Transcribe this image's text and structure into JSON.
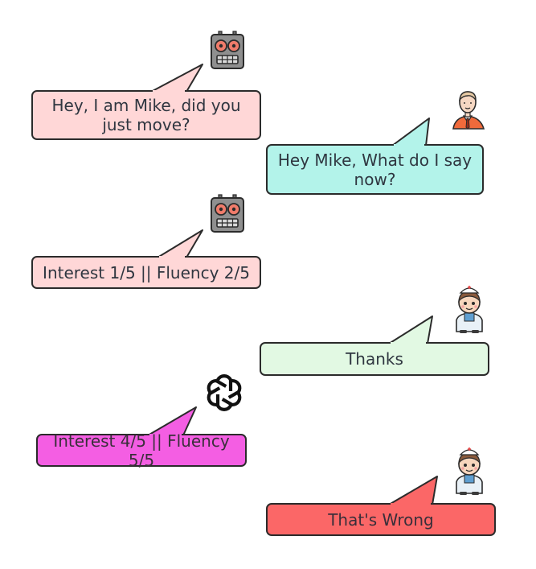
{
  "colors": {
    "outline": "#2b2b2b",
    "bubble_pink": "#ffd7d7",
    "bubble_aqua": "#b3f3ea",
    "bubble_mint": "#e2f9e3",
    "bubble_magenta": "#f45ee3",
    "bubble_red": "#fb6767",
    "text": "#2f3640",
    "robot_body": "#8f8f8f",
    "robot_eye": "#f07c6b"
  },
  "messages": [
    {
      "id": "mike-question",
      "text": "Hey, I am Mike, did you just move?",
      "speaker": "robot-icon"
    },
    {
      "id": "user-asks",
      "text": "Hey Mike, What do I say now?",
      "speaker": "person-icon"
    },
    {
      "id": "robot-score",
      "text": "Interest 1/5 || Fluency 2/5",
      "speaker": "robot-icon"
    },
    {
      "id": "doctor-thanks",
      "text": "Thanks",
      "speaker": "doctor-icon"
    },
    {
      "id": "gpt-score",
      "text": "Interest 4/5 || Fluency 5/5",
      "speaker": "openai-icon"
    },
    {
      "id": "doctor-wrong",
      "text": "That's Wrong",
      "speaker": "doctor-icon"
    }
  ]
}
